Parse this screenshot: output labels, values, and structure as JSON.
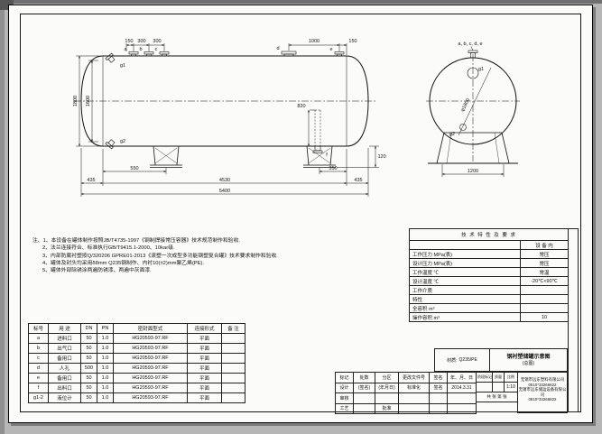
{
  "notes": {
    "lines": [
      "注、1、本设备在罐体制作按照JB/T4735-1997《钢制焊接常压容器》技术规范制作和验收.",
      "2、法兰连接符合、标准执行GB/T9415.1-2000、10kar级.",
      "3、内部防腐衬塑按Q/320206 GPRE01-2013《滚塑一次成型多功能钢塑复合罐》技术要求制作和验收.",
      "4、罐体及封头均采用δ8mm Q235钢制作、内衬10(±2)mm聚乙烯(PE).",
      "5、罐体外部除锈涂两遍防锈漆、两遍中灰面漆."
    ]
  },
  "dims": {
    "t1": "150",
    "t2": "300",
    "t3": "300",
    "t4": "1000",
    "t5": "150",
    "v_outer": "1800",
    "v_inner": "1600",
    "b_left": "550",
    "b_right": "350",
    "c_left": "435",
    "c_mid": "4530",
    "c_right": "435",
    "overall": "5400",
    "support_h": "120",
    "dip": "820",
    "labels": {
      "a": "a",
      "b": "b",
      "c": "c",
      "d": "d",
      "e": "e",
      "f": "f",
      "g1": "g1",
      "g2": "g2"
    },
    "end": {
      "dia": "φ1800",
      "base": "1200",
      "top": "a, b, c, d, e",
      "g1": "g1",
      "g2": "g2"
    }
  },
  "tech_table": {
    "title": "技 术 特 性 及 要 求",
    "subheader": "设 备 内",
    "rows": [
      {
        "label": "工作压力 MPa(表)",
        "value": "常压"
      },
      {
        "label": "设计压力 MPa(表)",
        "value": "常压"
      },
      {
        "label": "工作温度 ℃",
        "value": "常温"
      },
      {
        "label": "设计温度 ℃",
        "value": "-20℃<90℃"
      },
      {
        "label": "工作介质",
        "value": ""
      },
      {
        "label": "特性",
        "value": ""
      },
      {
        "label": "全容积 m³",
        "value": ""
      },
      {
        "label": "操作容积 m³",
        "value": "10"
      }
    ]
  },
  "parts_table": {
    "headers": [
      "标号",
      "用 途",
      "DN",
      "PN",
      "密封面型式",
      "连接形式",
      "备 注"
    ],
    "rows": [
      [
        "a",
        "进料口",
        "50",
        "1.0",
        "HG20593-97.RF",
        "平面",
        ""
      ],
      [
        "b",
        "出气口",
        "50",
        "1.0",
        "HG20593-97.RF",
        "平面",
        ""
      ],
      [
        "c",
        "备用口",
        "50",
        "1.0",
        "HG20593-97.RF",
        "平面",
        ""
      ],
      [
        "d",
        "人孔",
        "500",
        "1.0",
        "HG20593-97.RF",
        "平面",
        ""
      ],
      [
        "e",
        "备用口",
        "50",
        "1.0",
        "HG20593-97.RF",
        "平面",
        ""
      ],
      [
        "f",
        "出料口",
        "50",
        "1.0",
        "HG20593-97.RF",
        "平面",
        ""
      ],
      [
        "g1-2",
        "液位计",
        "50",
        "1.0",
        "HG20593-97.RF",
        "平面",
        ""
      ]
    ]
  },
  "title_block": {
    "rev_headers": [
      "标记",
      "处数",
      "分区",
      "更改文件号",
      "签名",
      "年、月、日"
    ],
    "design_row": [
      "设计",
      "(签名)",
      "(年月日)",
      "标准化",
      "签名",
      "2014.3.31"
    ],
    "check_label": "审核",
    "process_label": "工艺",
    "approve_label": "批准",
    "stage_label": "阶段标记",
    "mass_label": "质量",
    "scale_label": "比例",
    "scale_value": "1:10",
    "sheet_note": "共 张 第 张",
    "material_label": "材质:",
    "material_value": "Q235/PE",
    "drawing_title": "钢衬塑储罐示意图",
    "drawing_subtitle": "(总图)",
    "company1": "无锡市远东塑料有限公司",
    "phone1": "0510*33266822",
    "company2": "无锡市远东储运设备有限公司",
    "phone2": "0810*33266822"
  }
}
